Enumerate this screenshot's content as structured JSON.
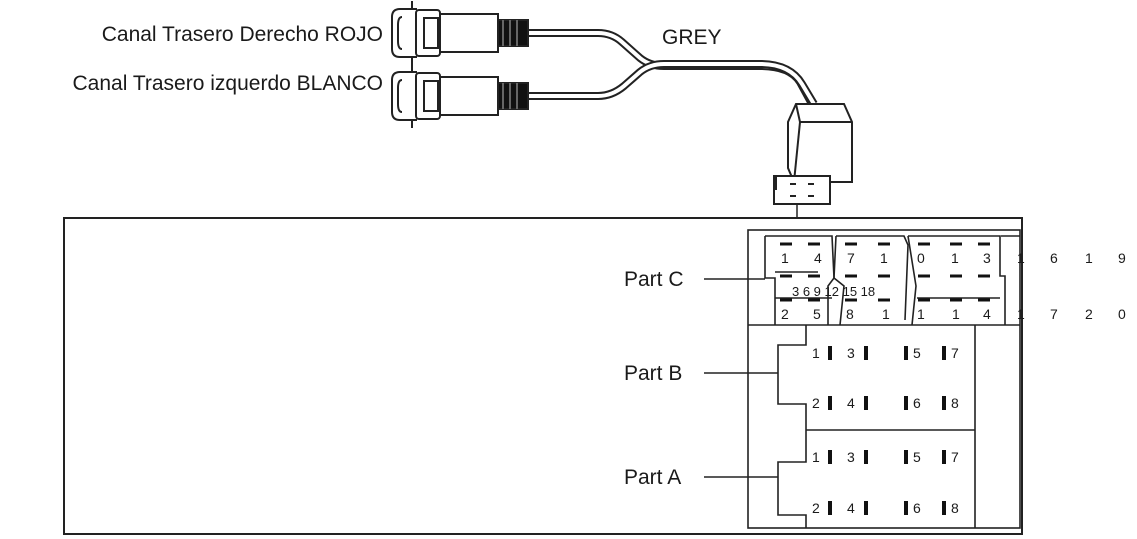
{
  "labels": {
    "rca_right": "Canal Trasero Derecho ROJO",
    "rca_left": "Canal Trasero izquerdo BLANCO",
    "cable": "GREY",
    "part_c": "Part C",
    "part_b": "Part B",
    "part_a": "Part A"
  },
  "part_c": {
    "top_row": [
      "1",
      "4",
      "7",
      "1",
      "0",
      "1",
      "3"
    ],
    "middle_row": "3 6 9 12 15 18",
    "bottom_row": [
      "2",
      "5",
      "8",
      "1",
      "1",
      "1",
      "4"
    ],
    "outside_top": [
      "1",
      "6",
      "1",
      "9"
    ],
    "outside_bottom": [
      "1",
      "7",
      "2",
      "0"
    ]
  },
  "part_b": {
    "pins_top": [
      "1",
      "3",
      "5",
      "7"
    ],
    "pins_bottom": [
      "2",
      "4",
      "6",
      "8"
    ]
  },
  "part_a": {
    "pins_top": [
      "1",
      "3",
      "5",
      "7"
    ],
    "pins_bottom": [
      "2",
      "4",
      "6",
      "8"
    ]
  }
}
